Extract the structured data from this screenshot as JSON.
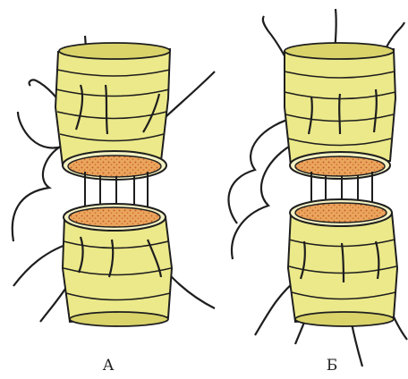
{
  "panels": [
    {
      "label": "А"
    },
    {
      "label": "Б"
    }
  ],
  "colors": {
    "vessel_fill": "#ece98a",
    "vessel_shade": "#d9d36a",
    "outline": "#1e1e1e",
    "lumen_fill": "#e9a15a",
    "lumen_dots": "#c0552a",
    "rim": "#f4f2c4"
  },
  "icons": [
    "vessel-segment",
    "suture-thread"
  ]
}
